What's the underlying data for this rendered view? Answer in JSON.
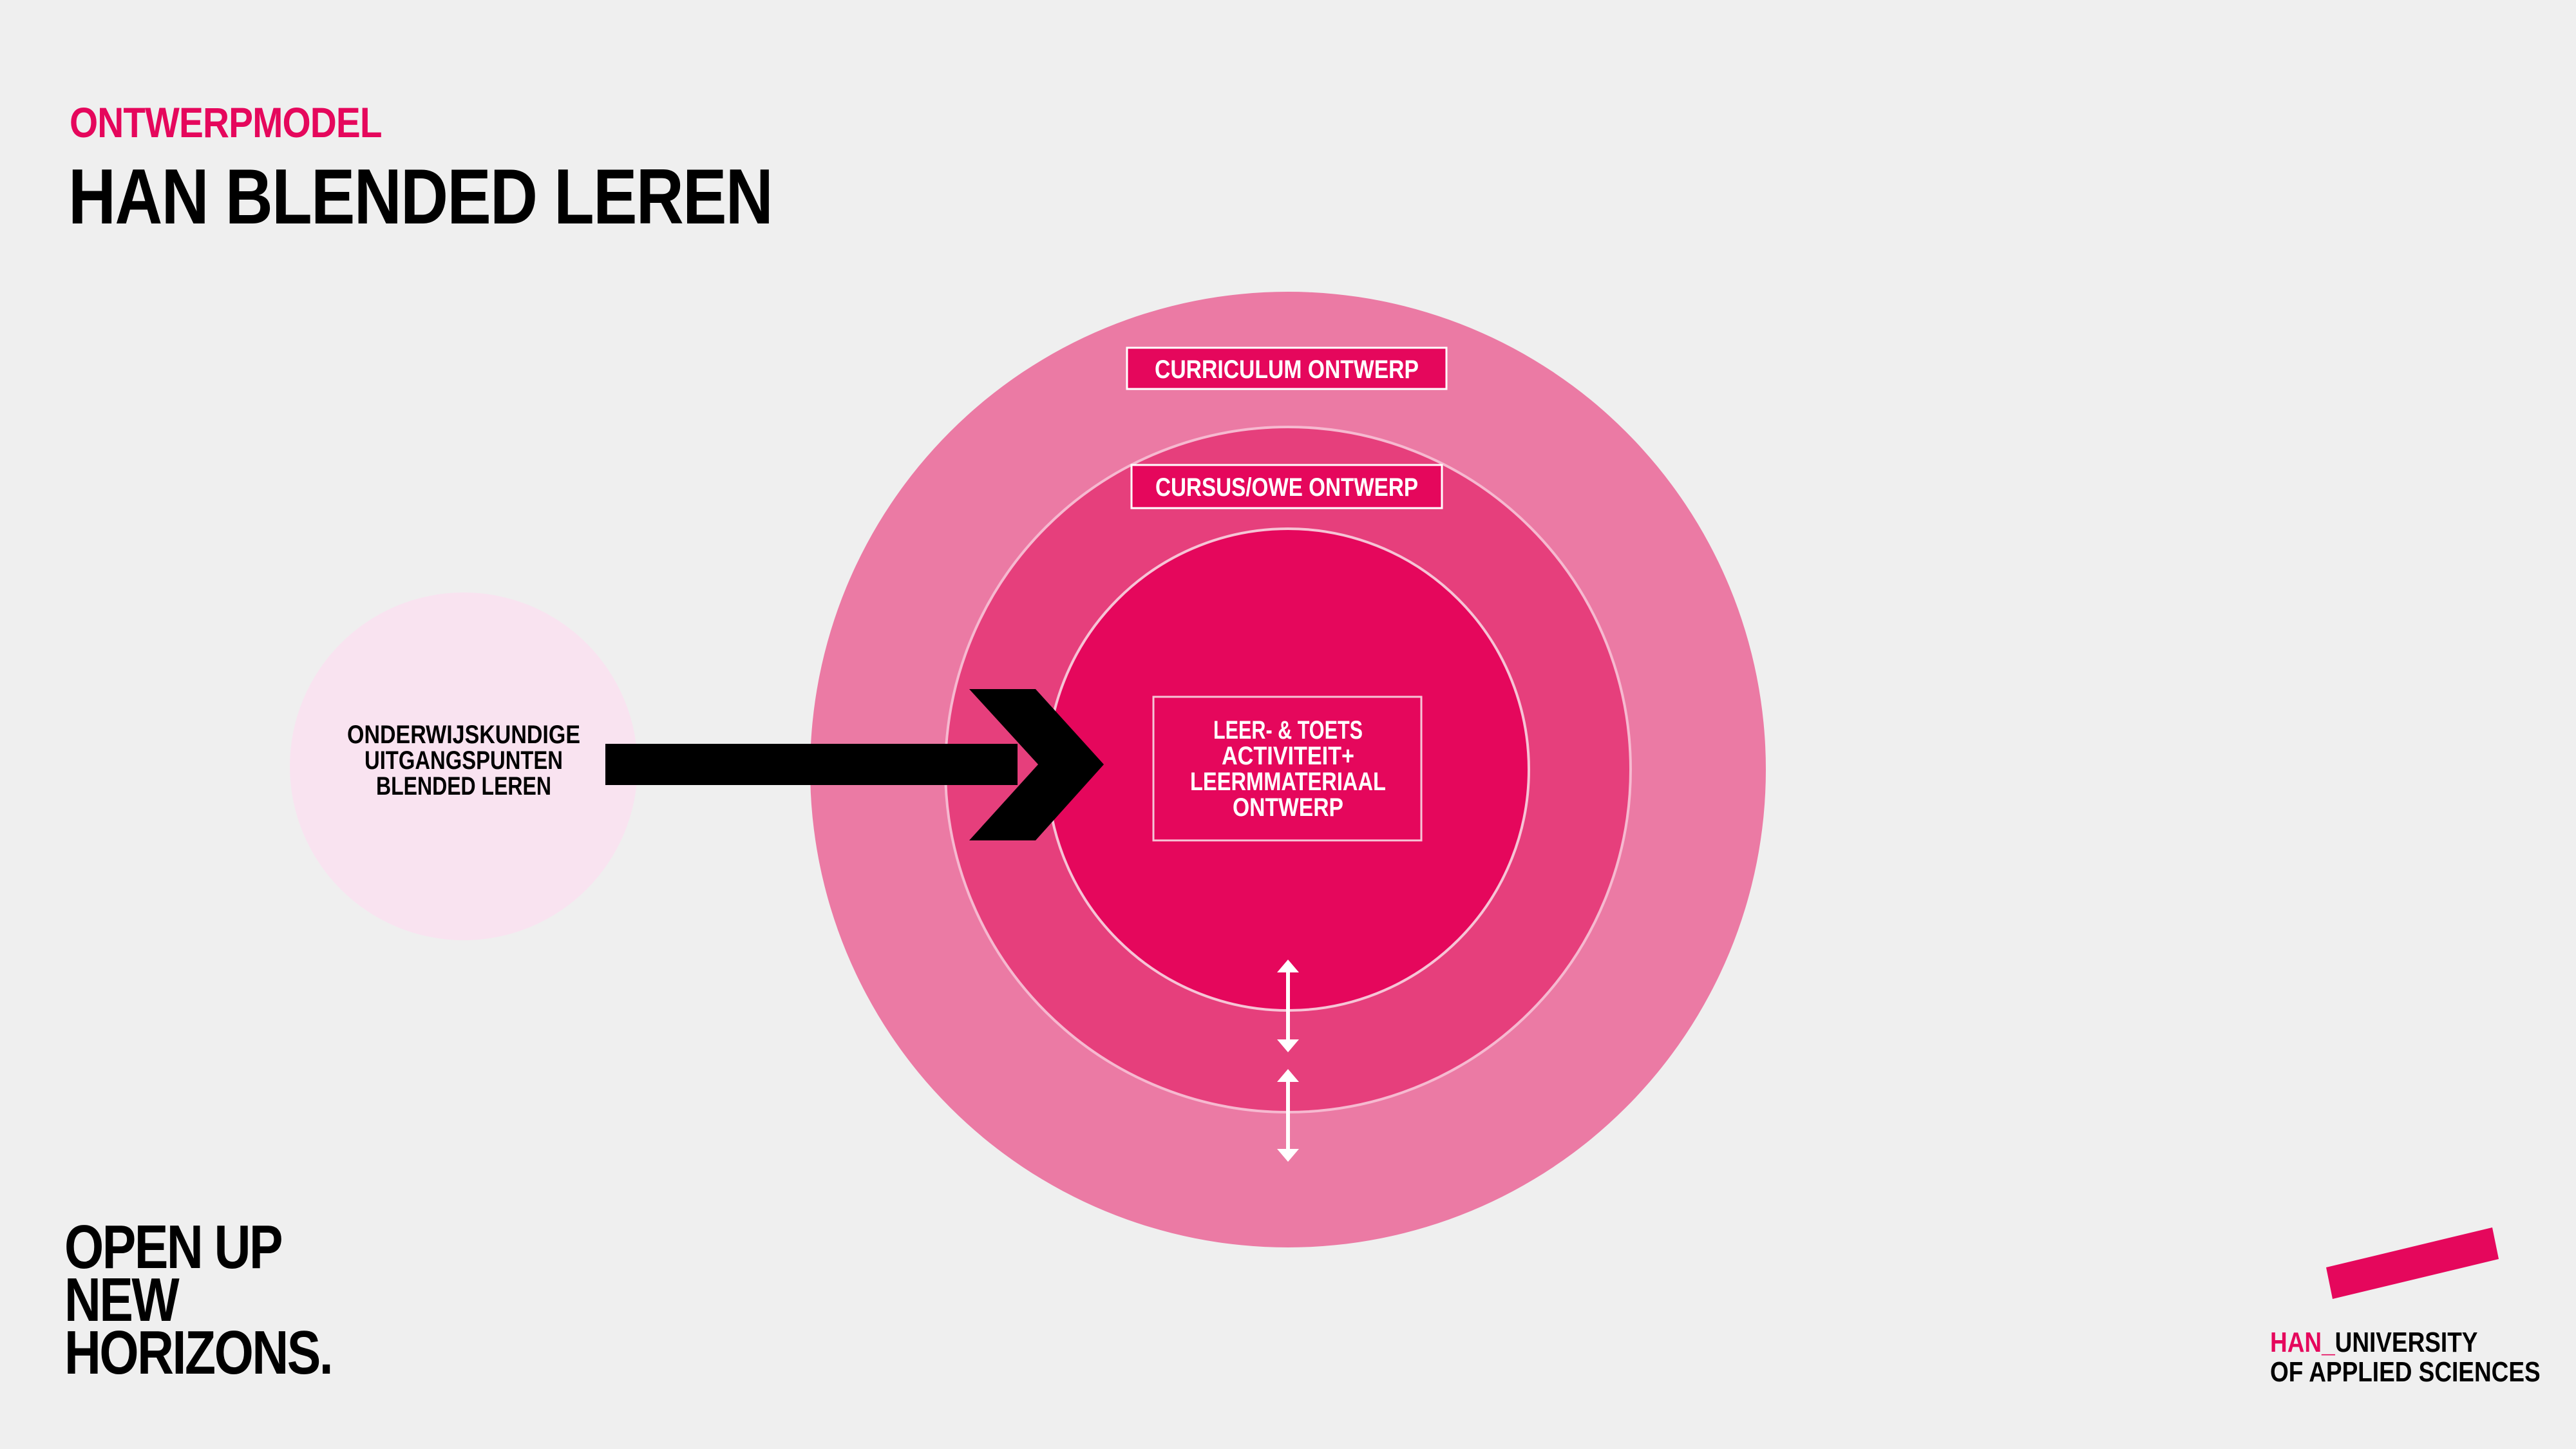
{
  "header": {
    "subtitle": "ONTWERPMODEL",
    "title": "HAN BLENDED LEREN"
  },
  "diagram": {
    "outer_ring_label": "CURRICULUM ONTWERP",
    "middle_ring_label": "CURSUS/OWE ONTWERP",
    "inner_label_lines": [
      "LEER- & TOETS",
      "ACTIVITEIT+",
      "LEERMMATERIAAL",
      "ONTWERP"
    ],
    "input_circle_lines": [
      "ONDERWIJSKUNDIGE",
      "UITGANGSPUNTEN",
      "BLENDED LEREN"
    ],
    "arrow_icon": "right-arrow-icon",
    "connector_icon": "double-arrow-vertical-icon"
  },
  "footer": {
    "slogan_lines": [
      "OPEN UP",
      "NEW",
      "HORIZONS."
    ],
    "logo": {
      "prefix": "HAN_",
      "line1": "UNIVERSITY",
      "line2": "OF APPLIED SCIENCES"
    }
  },
  "colors": {
    "background": "#efefef",
    "accent": "#e5075c",
    "outer_ring": "#eb7aa4",
    "middle_ring": "#e63f7c",
    "inner_circle": "#e5075c",
    "input_circle": "#f9e3f0"
  }
}
